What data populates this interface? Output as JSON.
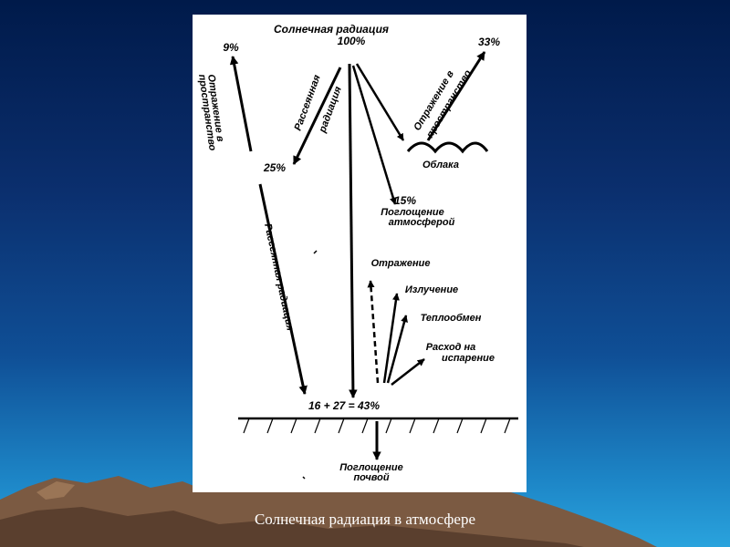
{
  "slide": {
    "caption": "Солнечная радиация в атмосфере"
  },
  "diagram": {
    "source_title": "Солнечная радиация",
    "source_value": "100%",
    "left_reflection_value": "9%",
    "left_reflection_label_1": "Отражение в",
    "left_reflection_label_2": "пространство",
    "scattered_upper_label_1": "Рассеянная",
    "scattered_upper_label_2": "радиация",
    "scattered_value": "25%",
    "scattered_lower_label": "Рассеянная радиация",
    "cloud_reflection_value": "33%",
    "cloud_reflection_label_1": "Отражение в",
    "cloud_reflection_label_2": "пространство",
    "clouds_label": "Облака",
    "atmosphere_value": "15%",
    "atmosphere_label_1": "Поглощение",
    "atmosphere_label_2": "атмосферой",
    "reflection_label": "Отражение",
    "emission_label": "Излучение",
    "heat_exchange_label": "Теплообмен",
    "evaporation_label_1": "Расход на",
    "evaporation_label_2": "испарение",
    "surface_sum": "16 + 27 = 43%",
    "soil_label_1": "Поглощение",
    "soil_label_2": "почвой"
  }
}
